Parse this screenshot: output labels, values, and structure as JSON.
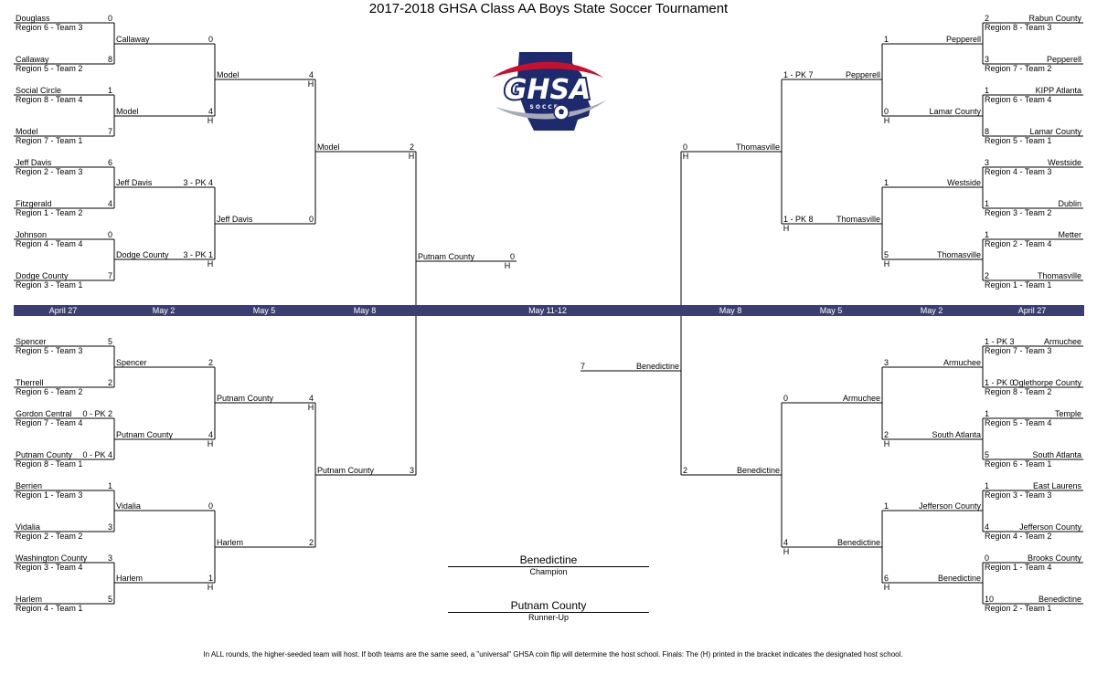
{
  "title": "2017-2018 GHSA Class AA Boys State Soccer Tournament",
  "logo": {
    "text": "GHSA",
    "subtext": "SOCCER",
    "colors": {
      "navy": "#1d2a6e",
      "red": "#c8102e",
      "silver": "#a6abb8"
    }
  },
  "host_mark": "H",
  "days": [
    "April 27",
    "May 2",
    "May 5",
    "May 8",
    "May 11-12",
    "May 8",
    "May 5",
    "May 2",
    "April 27"
  ],
  "slots": [
    {
      "name": "Douglass",
      "sub": "Region 6 - Team 3",
      "score": "0"
    },
    {
      "name": "Callaway",
      "sub": "Region 5 - Team 2",
      "score": "8"
    },
    {
      "name": "Social Circle",
      "sub": "Region 8 - Team 4",
      "score": "1"
    },
    {
      "name": "Model",
      "sub": "Region 7 - Team 1",
      "score": "7"
    },
    {
      "name": "Jeff Davis",
      "sub": "Region 2 - Team 3",
      "score": "6"
    },
    {
      "name": "Fitzgerald",
      "sub": "Region 1 - Team 2",
      "score": "4"
    },
    {
      "name": "Johnson",
      "sub": "Region 4 - Team 4",
      "score": "0"
    },
    {
      "name": "Dodge County",
      "sub": "Region 3 - Team 1",
      "score": "7"
    },
    {
      "name": "Callaway",
      "score": "0"
    },
    {
      "name": "Model",
      "score": "4"
    },
    {
      "name": "Jeff Davis",
      "score": "3 - PK 4"
    },
    {
      "name": "Dodge County",
      "score": "3 - PK 1"
    },
    {
      "name": "Model",
      "score": "4"
    },
    {
      "name": "Jeff Davis",
      "score": "0"
    },
    {
      "name": "Model",
      "score": "2"
    },
    {
      "name": "Spencer",
      "sub": "Region 5 - Team 3",
      "score": "5"
    },
    {
      "name": "Therrell",
      "sub": "Region 6 - Team 2",
      "score": "2"
    },
    {
      "name": "Gordon Central",
      "sub": "Region 7 - Team 4",
      "score": "0 - PK 2"
    },
    {
      "name": "Putnam County",
      "sub": "Region 8 - Team 1",
      "score": "0 - PK 4"
    },
    {
      "name": "Berrien",
      "sub": "Region 1 - Team 3",
      "score": "1"
    },
    {
      "name": "Vidalia",
      "sub": "Region 2 - Team 2",
      "score": "3"
    },
    {
      "name": "Washington County",
      "sub": "Region 3 - Team 4",
      "score": "3"
    },
    {
      "name": "Harlem",
      "sub": "Region 4 - Team 1",
      "score": "5"
    },
    {
      "name": "Spencer",
      "score": "2"
    },
    {
      "name": "Putnam County",
      "score": "4"
    },
    {
      "name": "Vidalia",
      "score": "0"
    },
    {
      "name": "Harlem",
      "score": "1"
    },
    {
      "name": "Putnam County",
      "score": "4"
    },
    {
      "name": "Harlem",
      "score": "2"
    },
    {
      "name": "Putnam County",
      "score": "3"
    },
    {
      "name": "Rabun County",
      "sub": "Region 8 - Team 3",
      "score": "2"
    },
    {
      "name": "Pepperell",
      "sub": "Region 7 - Team 2",
      "score": "3"
    },
    {
      "name": "KIPP Atlanta",
      "sub": "Region 6 - Team 4",
      "score": "1"
    },
    {
      "name": "Lamar County",
      "sub": "Region 5 - Team 1",
      "score": "8"
    },
    {
      "name": "Westside",
      "sub": "Region 4 - Team 3",
      "score": "3"
    },
    {
      "name": "Dublin",
      "sub": "Region 3 - Team 2",
      "score": "1"
    },
    {
      "name": "Metter",
      "sub": "Region 2 - Team 4",
      "score": "1"
    },
    {
      "name": "Thomasville",
      "sub": "Region 1 - Team 1",
      "score": "2"
    },
    {
      "name": "Pepperell",
      "score": "1"
    },
    {
      "name": "Lamar County",
      "score": "0"
    },
    {
      "name": "Westside",
      "score": "1"
    },
    {
      "name": "Thomasville",
      "score": "5"
    },
    {
      "name": "Pepperell",
      "score": "1 - PK 7"
    },
    {
      "name": "Thomasville",
      "score": "1 - PK 8"
    },
    {
      "name": "Thomasville",
      "score": "0"
    },
    {
      "name": "Armuchee",
      "sub": "Region 7 - Team 3",
      "score": "1 - PK 3"
    },
    {
      "name": "Oglethorpe County",
      "sub": "Region 8 - Team 2",
      "score": "1 - PK 0"
    },
    {
      "name": "Temple",
      "sub": "Region 5 - Team 4",
      "score": "1"
    },
    {
      "name": "South Atlanta",
      "sub": "Region 6 - Team 1",
      "score": "5"
    },
    {
      "name": "East Laurens",
      "sub": "Region 3 - Team 3",
      "score": "1"
    },
    {
      "name": "Jefferson County",
      "sub": "Region 4 - Team 2",
      "score": "4"
    },
    {
      "name": "Brooks County",
      "sub": "Region 1 - Team 4",
      "score": "0"
    },
    {
      "name": "Benedictine",
      "sub": "Region 2 - Team 1",
      "score": "10"
    },
    {
      "name": "Armuchee",
      "score": "3"
    },
    {
      "name": "South Atlanta",
      "score": "2"
    },
    {
      "name": "Jefferson County",
      "score": "1"
    },
    {
      "name": "Benedictine",
      "score": "6"
    },
    {
      "name": "Armuchee",
      "score": "0"
    },
    {
      "name": "Benedictine",
      "score": "4"
    },
    {
      "name": "Benedictine",
      "score": "2"
    },
    {
      "name": "Putnam County",
      "score": "0"
    },
    {
      "name": "Benedictine",
      "score": "7"
    }
  ],
  "champion": {
    "name": "Benedictine",
    "label": "Champion"
  },
  "runner_up": {
    "name": "Putnam County",
    "label": "Runner-Up"
  },
  "footnote": "In ALL rounds, the higher-seeded team will host.  If both teams are the same seed, a \"universal\" GHSA coin flip will determine the host school. Finals: The (H) printed in the bracket indicates the designated host school."
}
